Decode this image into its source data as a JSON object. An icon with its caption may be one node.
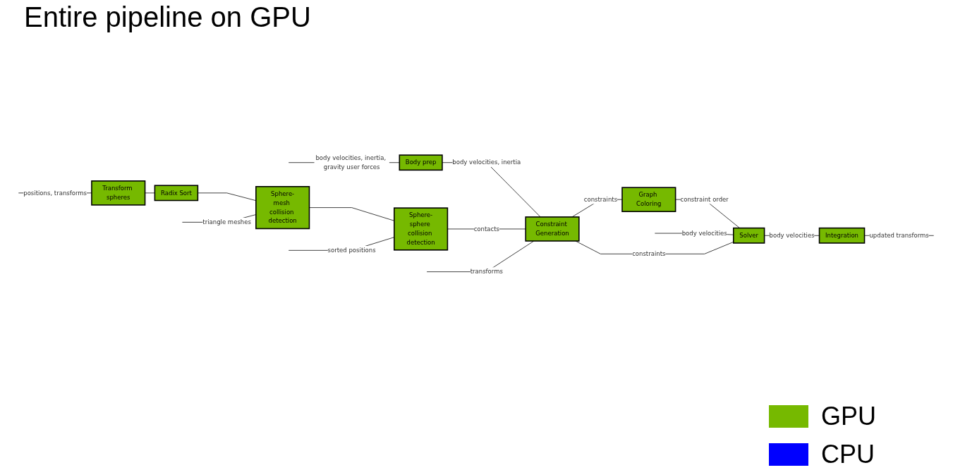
{
  "diagram": {
    "title": "Entire pipeline on GPU",
    "nodes": [
      {
        "text": [
          "Transform spheres"
        ]
      },
      {
        "text": [
          "Radix Sort"
        ]
      },
      {
        "text": [
          "Sphere-mesh collision detection"
        ]
      },
      {
        "text": [
          "Sphere-sphere collision detection"
        ]
      },
      {
        "text": [
          "Body prep"
        ]
      },
      {
        "text": [
          "Constraint Generation"
        ]
      },
      {
        "text": [
          "Graph Coloring"
        ]
      },
      {
        "text": [
          "Solver"
        ]
      },
      {
        "text": [
          "Integration"
        ]
      }
    ],
    "edges": [
      {
        "from": null,
        "to": 0,
        "arrow": "none",
        "label": "positions, transforms"
      },
      {
        "from": 0,
        "to": 1,
        "arrow": "none"
      },
      {
        "from": 1,
        "to": 2,
        "arrow": "none"
      },
      {
        "from": null,
        "to": 2,
        "arrow": "none",
        "label": "triangle meshes"
      },
      {
        "from": 2,
        "to": 3,
        "arrow": "none"
      },
      {
        "from": null,
        "to": 3,
        "arrow": "none",
        "label": "sorted positions"
      },
      {
        "from": null,
        "to": 4,
        "arrow": "none",
        "label": "body velocities, inertia, gravity user forces"
      },
      {
        "from": 4,
        "to": 5,
        "arrow": "none",
        "label": "body velocities, inertia"
      },
      {
        "from": 3,
        "to": 5,
        "arrow": "none",
        "label": "contacts"
      },
      {
        "from": null,
        "to": 5,
        "arrow": "none",
        "label": "transforms"
      },
      {
        "from": 5,
        "to": 6,
        "arrow": "none",
        "label": "constraints"
      },
      {
        "from": 6,
        "to": 7,
        "arrow": "none",
        "label": "constraint order"
      },
      {
        "from": null,
        "to": 7,
        "arrow": "none",
        "label": "body velocities"
      },
      {
        "from": 5,
        "to": 7,
        "arrow": "none",
        "label": "constraints"
      },
      {
        "from": 7,
        "to": 8,
        "arrow": "none",
        "label": "body velocities"
      },
      {
        "from": 8,
        "to": null,
        "arrow": "none",
        "label": "updated transforms"
      }
    ],
    "legend": [
      {
        "text": "GPU",
        "color": "#76b900"
      },
      {
        "text": "CPU",
        "color": "#0000ff"
      }
    ]
  }
}
